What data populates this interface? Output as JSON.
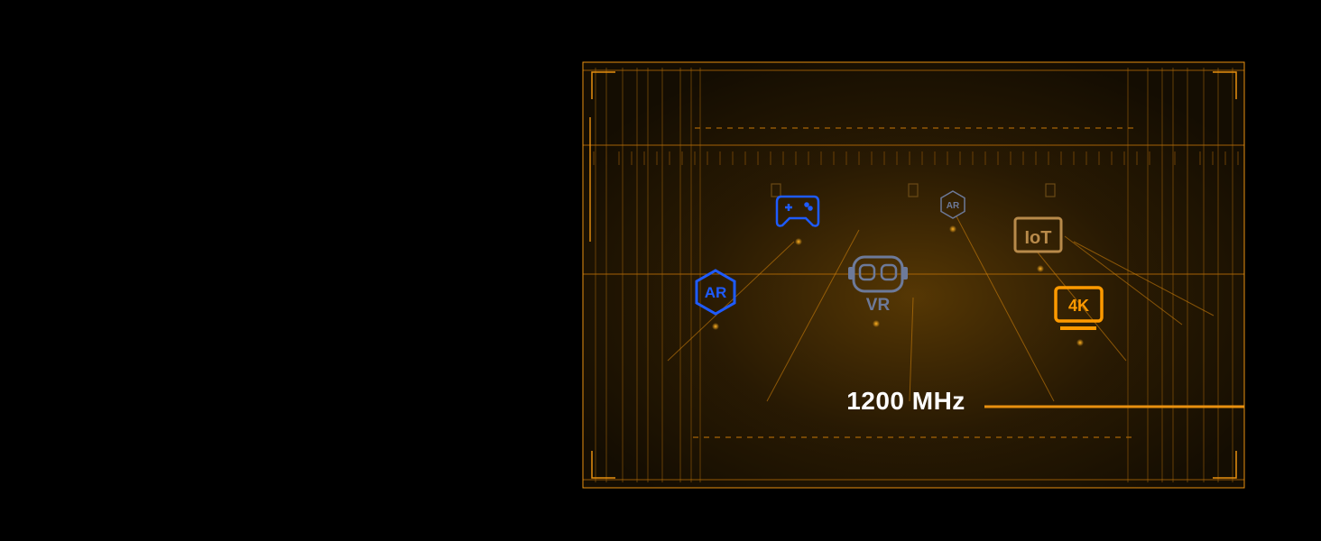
{
  "frequency_label": "1200 MHz",
  "icons": {
    "ar_large": "AR",
    "ar_small": "AR",
    "vr": "VR",
    "iot": "IoT",
    "uhd": "4K"
  },
  "colors": {
    "frame": "#e8900f",
    "grid": "#b36a06",
    "blue": "#1e5bff",
    "slate": "#6d7a9a",
    "tan": "#b88a4a",
    "orange": "#ff9a00"
  }
}
